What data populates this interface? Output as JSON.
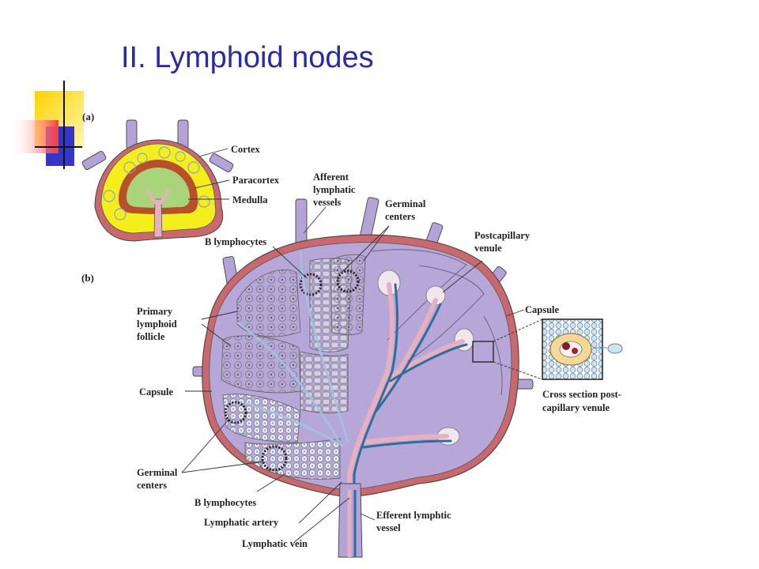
{
  "title": "II. Lymphoid nodes",
  "panel_a": {
    "marker": "(a)",
    "labels": {
      "cortex": "Cortex",
      "paracortex": "Paracortex",
      "medulla": "Medulla"
    }
  },
  "panel_b": {
    "marker": "(b)",
    "labels": {
      "afferent_1": "Afferent",
      "afferent_2": "lymphatic",
      "afferent_3": "vessels",
      "germinal_top_1": "Germinal",
      "germinal_top_2": "centers",
      "b_lymph_top": "B lymphocytes",
      "postcap_1": "Postcapillary",
      "postcap_2": "venule",
      "primary_1": "Primary",
      "primary_2": "lymphoid",
      "primary_3": "follicle",
      "capsule_right": "Capsule",
      "capsule_left": "Capsule",
      "cross_1": "Cross section post-",
      "cross_2": "capillary venule",
      "germinal_bot_1": "Germinal",
      "germinal_bot_2": "centers",
      "b_lymph_bot": "B lymphocytes",
      "lymph_artery": "Lymphatic artery",
      "efferent_1": "Efferent lymphtic",
      "efferent_2": "vessel",
      "lymph_vein": "Lymphatic vein"
    }
  },
  "colors": {
    "title": "#2b2ba6",
    "capsule": "#c9686d",
    "node_body": "#b7a7d8",
    "cortex": "#f4ef1c",
    "paracortex": "#b8502c",
    "medulla": "#a9d47c",
    "artery": "#e7b0c0",
    "vein": "#2c6f9e",
    "deco_yellow": "#ffd300",
    "deco_blue": "#3535c8",
    "deco_red": "#ff3a3a"
  }
}
